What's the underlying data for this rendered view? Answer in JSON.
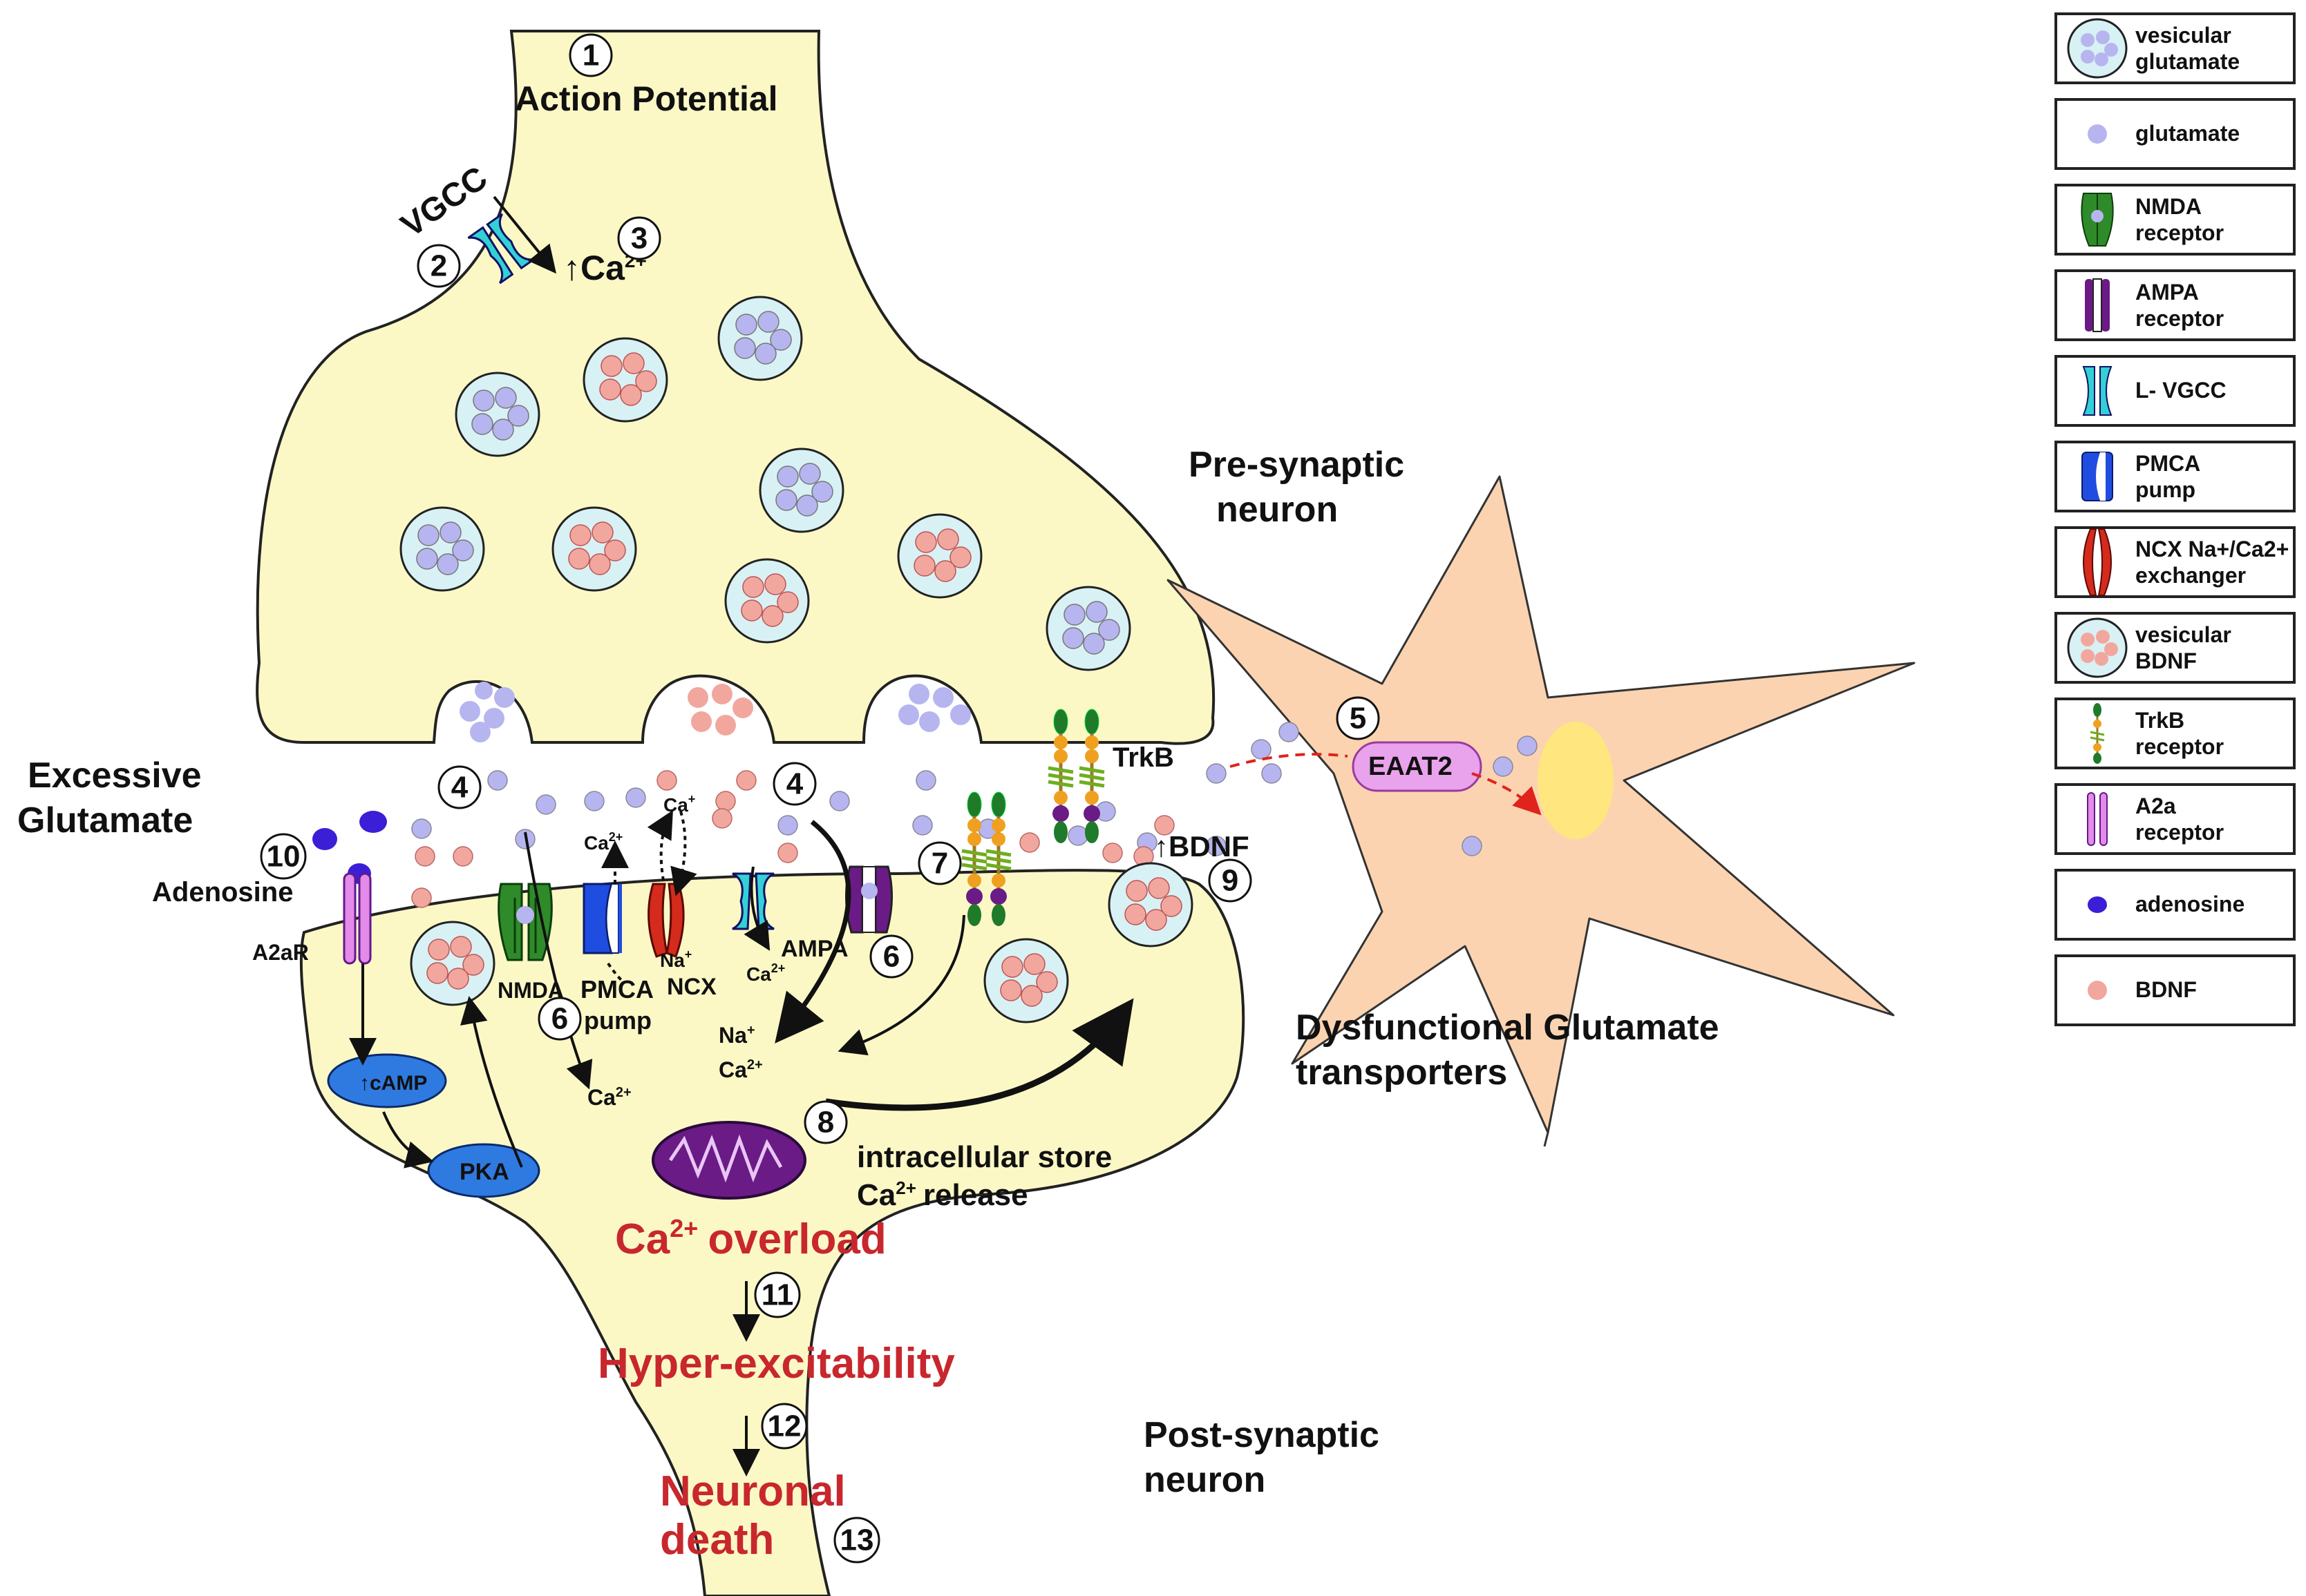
{
  "labels": {
    "action_potential": "Action Potential",
    "vgcc": "VGCC",
    "ca2": "Ca",
    "ca2_sup": "2+",
    "up_arrow": "↑",
    "pre_synaptic_line1": "Pre-synaptic",
    "pre_synaptic_line2": "neuron",
    "excessive_line1": "Excessive",
    "excessive_line2": "Glutamate",
    "adenosine": "Adenosine",
    "a2ar": "A2aR",
    "camp": "cAMP",
    "pka": "PKA",
    "nmda": "NMDA",
    "pmca_line1": "PMCA",
    "pmca_line2": "pump",
    "na_plus": "Na",
    "plus_sup": "+",
    "ncx": "NCX",
    "ca_plus": "Ca",
    "ampa": "AMPA",
    "trkb": "TrkB",
    "bdnf": "BDNF",
    "eaat2": "EAAT2",
    "intracellular_line1": "intracellular store",
    "ca_release": "release",
    "ca_overload": "overload",
    "hyper": "Hyper-excitability",
    "death_line1": "Neuronal",
    "death_line2": "death",
    "post_synaptic_line1": "Post-synaptic",
    "post_synaptic_line2": "neuron",
    "dysfunctional_line1": "Dysfunctional Glutamate",
    "dysfunctional_line2": "transporters"
  },
  "steps": {
    "s1": "1",
    "s2": "2",
    "s3": "3",
    "s4a": "4",
    "s4b": "4",
    "s5": "5",
    "s6a": "6",
    "s6b": "6",
    "s7": "7",
    "s8": "8",
    "s9": "9",
    "s10": "10",
    "s11": "11",
    "s12": "12",
    "s13": "13"
  },
  "legend": [
    {
      "line1": "vesicular",
      "line2": "glutamate",
      "icon": "vesicle-glutamate-icon"
    },
    {
      "line1": "glutamate",
      "line2": "",
      "icon": "glutamate-dot-icon"
    },
    {
      "line1": "NMDA",
      "line2": "receptor",
      "icon": "nmda-receptor-icon"
    },
    {
      "line1": "AMPA",
      "line2": "receptor",
      "icon": "ampa-receptor-icon"
    },
    {
      "line1": "L- VGCC",
      "line2": "",
      "icon": "vgcc-channel-icon"
    },
    {
      "line1": "PMCA",
      "line2": "pump",
      "icon": "pmca-pump-icon"
    },
    {
      "line1": "NCX Na+/Ca2+",
      "line2": "exchanger",
      "icon": "ncx-exchanger-icon"
    },
    {
      "line1": "vesicular",
      "line2": "BDNF",
      "icon": "vesicle-bdnf-icon"
    },
    {
      "line1": "TrkB",
      "line2": "receptor",
      "icon": "trkb-receptor-icon"
    },
    {
      "line1": "A2a",
      "line2": "receptor",
      "icon": "a2a-receptor-icon"
    },
    {
      "line1": "adenosine",
      "line2": "",
      "icon": "adenosine-dot-icon"
    },
    {
      "line1": "BDNF",
      "line2": "",
      "icon": "bdnf-dot-icon"
    }
  ],
  "colors": {
    "neuron_fill": "#fbf8c6",
    "astrocyte_fill": "#fcd3b0",
    "glutamate": "#b7b5ef",
    "bdnf": "#f2a79e",
    "vesicle": "#d8f1f5",
    "label_red": "#c8272d"
  }
}
